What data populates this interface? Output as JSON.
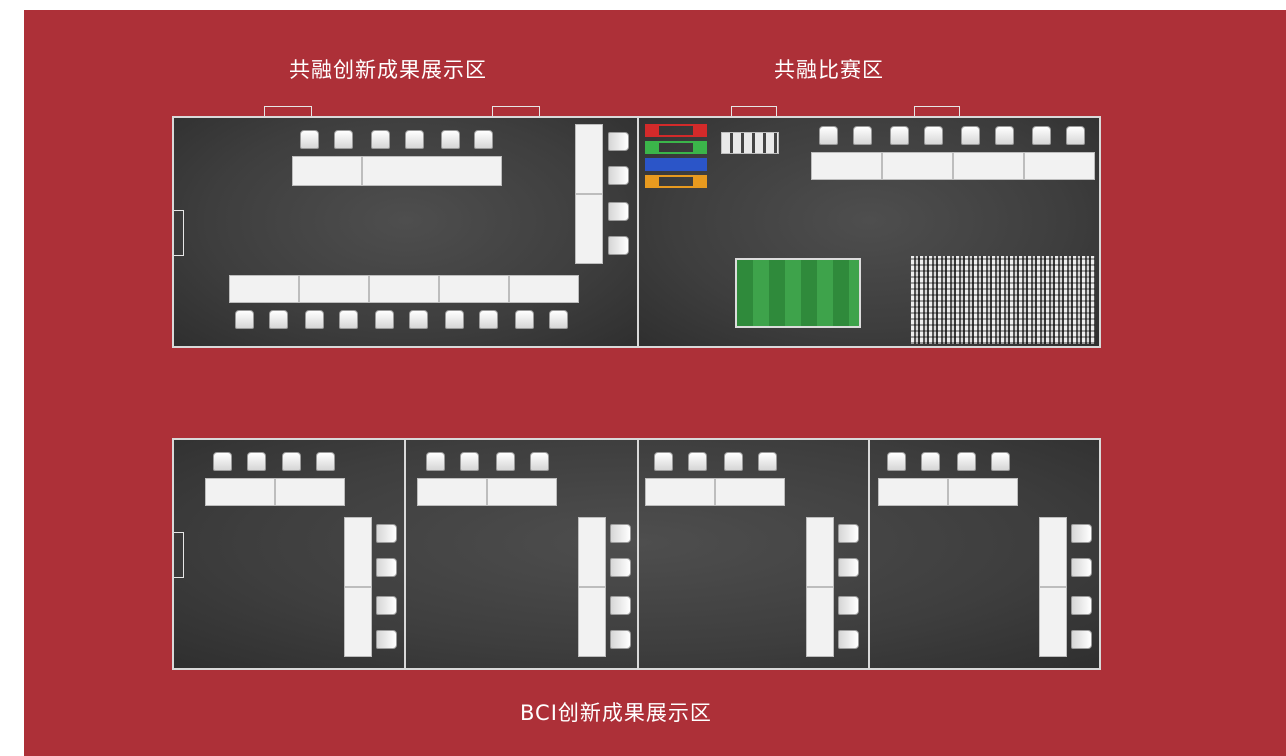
{
  "labels": {
    "gonrong_showcase": "共融创新成果展示区",
    "gonrong_competition": "共融比赛区",
    "bci_showcase": "BCI创新成果展示区"
  },
  "colors": {
    "background": "#ad3038",
    "floor": "#3e3e3e",
    "wall": "#d9d9d9",
    "furniture": "#f2f2f2",
    "field_green": "#2f8a3b",
    "rack_red": "#d32a2a",
    "rack_green": "#3bb54a",
    "rack_blue": "#2b55c8",
    "rack_orange": "#e89a1f"
  },
  "icons": [
    "chair-icon",
    "table-icon",
    "door-icon",
    "robot-arena-icon",
    "spectator-crowd-icon",
    "color-rack-icon"
  ]
}
